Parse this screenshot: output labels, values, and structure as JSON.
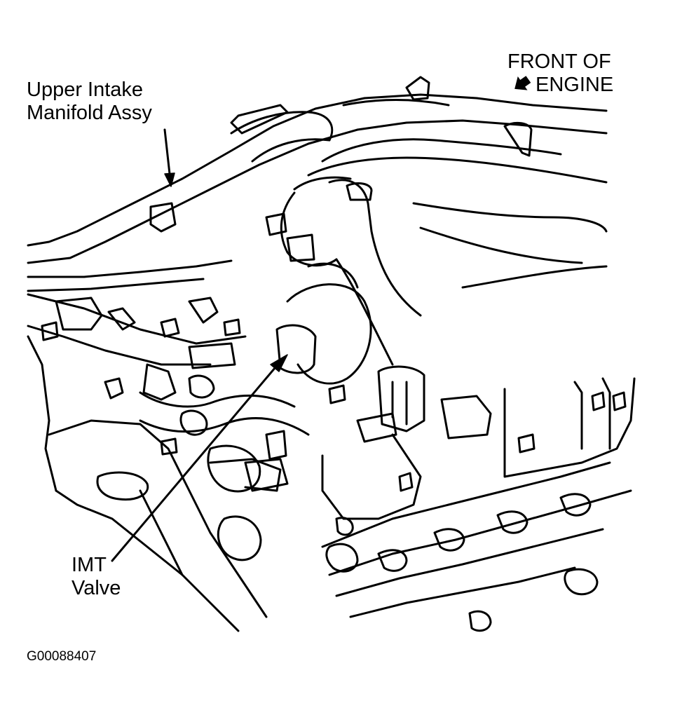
{
  "callouts": {
    "upper_intake": {
      "line1": "Upper Intake",
      "line2": "Manifold Assy"
    },
    "imt_valve": {
      "line1": "IMT",
      "line2": "Valve"
    }
  },
  "orientation": {
    "line1": "FRONT OF",
    "line2": "ENGINE",
    "arrow_icon": "front-direction-arrow-icon"
  },
  "figure_id": "G00088407",
  "colors": {
    "ink": "#000000",
    "paper": "#ffffff"
  }
}
